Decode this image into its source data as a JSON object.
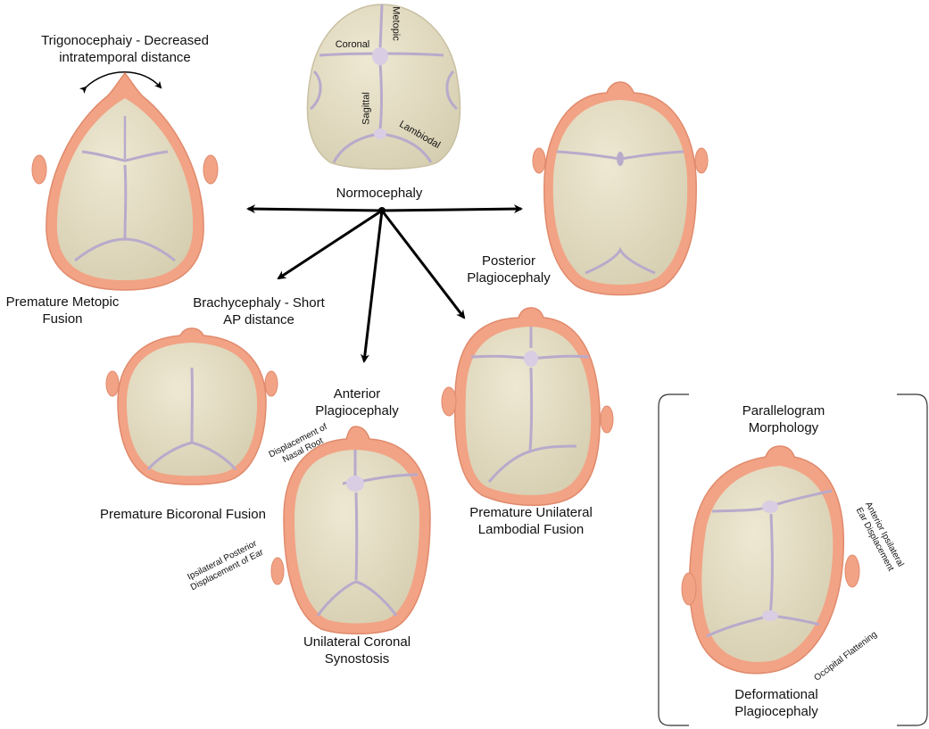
{
  "diagram": {
    "center": {
      "label": "Normocephaly"
    },
    "normal_skull": {
      "sutures": {
        "metopic": "Metopic",
        "coronal": "Coronal",
        "sagittal": "Sagittal",
        "lambdoid": "Lambiodal"
      }
    },
    "trigonocephaly": {
      "title_line1": "Trigonocephaiy - Decreased",
      "title_line2": "intratemporal distance",
      "caption_line1": "Premature Metopic",
      "caption_line2": "Fusion"
    },
    "brachycephaly": {
      "title_line1": "Brachycephaly - Short",
      "title_line2": "AP distance",
      "caption": "Premature Bicoronal Fusion"
    },
    "anterior_plagiocephaly": {
      "title_line1": "Anterior",
      "title_line2": "Plagiocephaly",
      "note1_line1": "Displacement of",
      "note1_line2": "Nasal Root",
      "note2_line1": "Ipsilateral Posterior",
      "note2_line2": "Displacement of Ear",
      "caption_line1": "Unilateral Coronal",
      "caption_line2": "Synostosis"
    },
    "posterior_plagiocephaly": {
      "title_line1": "Posterior",
      "title_line2": "Plagiocephaly",
      "caption_line1": "Premature Unilateral",
      "caption_line2": "Lambodial Fusion"
    },
    "deformational": {
      "title_line1": "Parallelogram",
      "title_line2": "Morphology",
      "note1_line1": "Anterior Ipsilateral",
      "note1_line2": "Ear Displacement",
      "note2": "Occipital Flattening",
      "caption_line1": "Deformational",
      "caption_line2": "Plagiocephaly"
    },
    "colors": {
      "skin": "#f2a385",
      "skin_edge": "#e08a6c",
      "bone": "#e3dcc2",
      "suture": "#b8aacb",
      "arrow": "#000000"
    }
  }
}
